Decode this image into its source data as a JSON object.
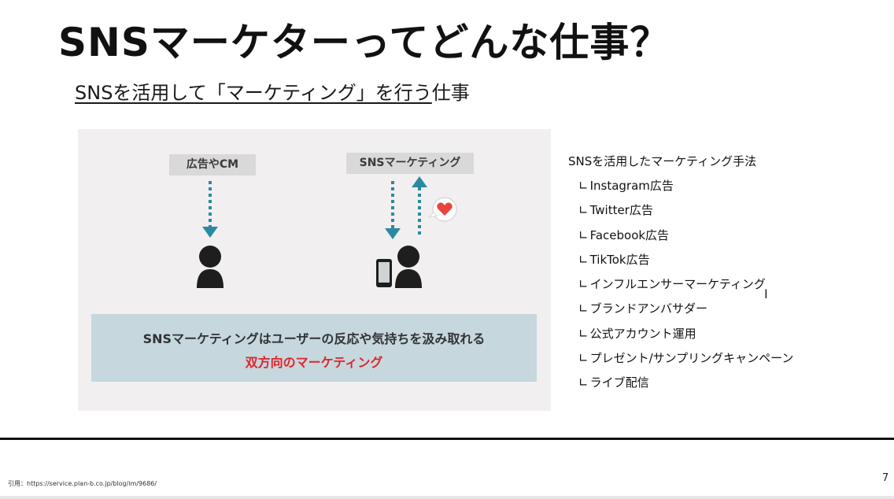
{
  "slide": {
    "title": "SNSマーケターってどんな仕事？",
    "subtitle_underlined": "SNSを活用して「マーケティング」を行う",
    "subtitle_rest": "仕事",
    "page_number": "7",
    "citation": "引用：https://service.plan-b.co.jp/blog/im/9686/"
  },
  "diagram": {
    "left_tag": "広告やCM",
    "right_tag": "SNSマーケティング",
    "message_line1": "SNSマーケティングはユーザーの反応や気持ちを汲み取れる",
    "message_line2": "双方向のマーケティング",
    "colors": {
      "panel_bg": "#f1eff0",
      "arrow": "#2b8aa2",
      "person": "#1e1e1e",
      "heart": "#e8453c",
      "message_bg": "#c6d7de",
      "highlight_text": "#e0242c"
    }
  },
  "methods": {
    "heading": "SNSを活用したマーケティング手法",
    "bracket": "∟",
    "items": [
      "Instagram広告",
      "Twitter広告",
      "Facebook広告",
      "TikTok広告",
      "インフルエンサーマーケティング",
      "ブランドアンバサダー",
      "公式アカウント運用",
      "プレゼント/サンプリングキャンペーン",
      "ライブ配信"
    ]
  },
  "cursor": "text-cursor-icon"
}
